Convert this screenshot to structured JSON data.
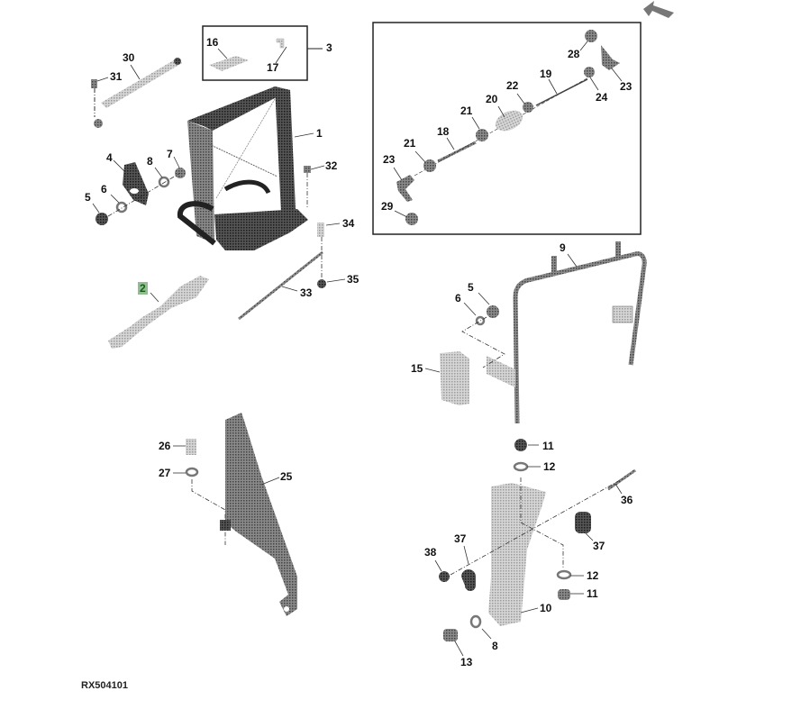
{
  "diagram": {
    "reference_id": "RX504101",
    "highlighted_callout": "2",
    "highlight_color": "#8fbf8f",
    "nav_icon": "back-arrow-icon",
    "callouts": [
      {
        "label": "1",
        "part": "frame"
      },
      {
        "label": "2",
        "part": "mount-pad",
        "highlighted": true
      },
      {
        "label": "3",
        "part": "kit-box"
      },
      {
        "label": "4",
        "part": "bracket"
      },
      {
        "label": "5",
        "part": "nut"
      },
      {
        "label": "6",
        "part": "washer"
      },
      {
        "label": "7",
        "part": "bolt"
      },
      {
        "label": "8",
        "part": "washer"
      },
      {
        "label": "9",
        "part": "rail"
      },
      {
        "label": "10",
        "part": "plate"
      },
      {
        "label": "11",
        "part": "nut"
      },
      {
        "label": "12",
        "part": "washer"
      },
      {
        "label": "13",
        "part": "bolt"
      },
      {
        "label": "15",
        "part": "pad"
      },
      {
        "label": "16",
        "part": "decal"
      },
      {
        "label": "17",
        "part": "clip"
      },
      {
        "label": "18",
        "part": "rod"
      },
      {
        "label": "19",
        "part": "rod"
      },
      {
        "label": "20",
        "part": "sleeve"
      },
      {
        "label": "21",
        "part": "nut"
      },
      {
        "label": "22",
        "part": "nut"
      },
      {
        "label": "23",
        "part": "ball-joint"
      },
      {
        "label": "24",
        "part": "nut"
      },
      {
        "label": "25",
        "part": "support-bracket"
      },
      {
        "label": "26",
        "part": "bolt"
      },
      {
        "label": "27",
        "part": "washer"
      },
      {
        "label": "28",
        "part": "cap"
      },
      {
        "label": "29",
        "part": "cap"
      },
      {
        "label": "30",
        "part": "strap"
      },
      {
        "label": "31",
        "part": "bolt"
      },
      {
        "label": "32",
        "part": "bolt"
      },
      {
        "label": "33",
        "part": "cable"
      },
      {
        "label": "34",
        "part": "bolt"
      },
      {
        "label": "35",
        "part": "nut"
      },
      {
        "label": "36",
        "part": "bolt"
      },
      {
        "label": "37",
        "part": "bushing"
      },
      {
        "label": "38",
        "part": "nut"
      }
    ]
  },
  "labels": {
    "c1": "1",
    "c2": "2",
    "c3": "3",
    "c4": "4",
    "c5a": "5",
    "c5b": "5",
    "c6a": "6",
    "c6b": "6",
    "c7": "7",
    "c8a": "8",
    "c8b": "8",
    "c9": "9",
    "c10": "10",
    "c11a": "11",
    "c11b": "11",
    "c12a": "12",
    "c12b": "12",
    "c13": "13",
    "c15": "15",
    "c16": "16",
    "c17": "17",
    "c18": "18",
    "c19": "19",
    "c20": "20",
    "c21a": "21",
    "c21b": "21",
    "c22": "22",
    "c23a": "23",
    "c23b": "23",
    "c24": "24",
    "c25": "25",
    "c26": "26",
    "c27": "27",
    "c28": "28",
    "c29": "29",
    "c30": "30",
    "c31": "31",
    "c32": "32",
    "c33": "33",
    "c34": "34",
    "c35": "35",
    "c36": "36",
    "c37a": "37",
    "c37b": "37",
    "c38": "38"
  }
}
